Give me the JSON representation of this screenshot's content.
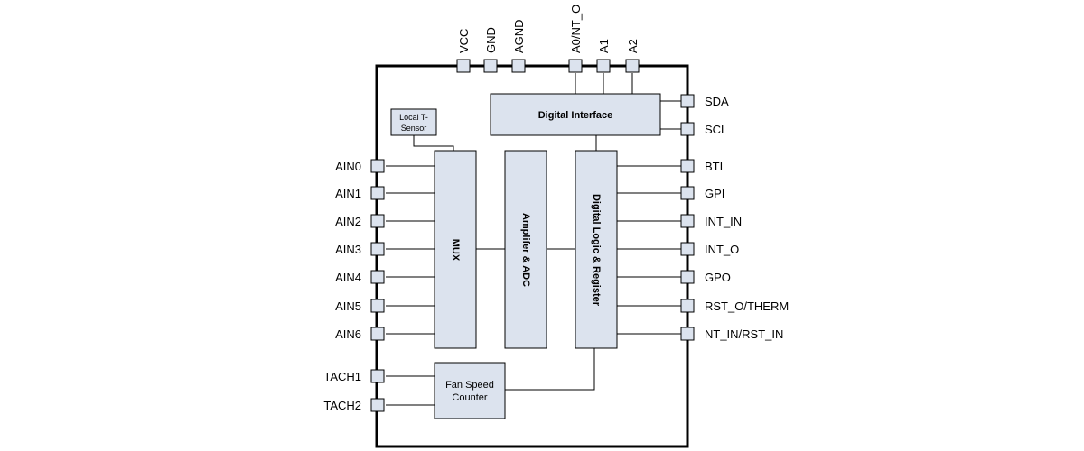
{
  "colors": {
    "block_fill": "#dce3ee",
    "line": "#000000",
    "background": "#ffffff"
  },
  "blocks": {
    "digital_interface": "Digital Interface",
    "local_sensor_line1": "Local T-",
    "local_sensor_line2": "Sensor",
    "mux": "MUX",
    "amp_adc": "Amplifer & ADC",
    "logic": "Digital Logic & Register",
    "fan_line1": "Fan Speed",
    "fan_line2": "Counter"
  },
  "pins": {
    "top": [
      "VCC",
      "GND",
      "AGND",
      "A0/NT_O",
      "A1",
      "A2"
    ],
    "left": [
      "AIN0",
      "AIN1",
      "AIN2",
      "AIN3",
      "AIN4",
      "AIN5",
      "AIN6",
      "TACH1",
      "TACH2"
    ],
    "right": [
      "SDA",
      "SCL",
      "BTI",
      "GPI",
      "INT_IN",
      "INT_O",
      "GPO",
      "RST_O/THERM",
      "NT_IN/RST_IN"
    ]
  }
}
